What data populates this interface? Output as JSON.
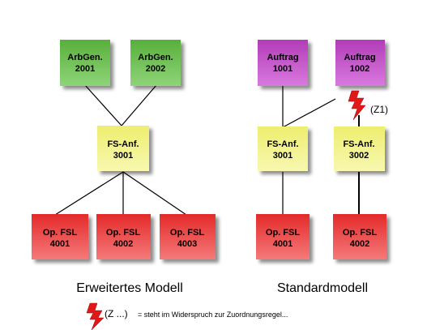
{
  "colors": {
    "green": "#6cbf4c",
    "violet": "#c050c8",
    "yellow": "#f2f28a",
    "red": "#e83838",
    "lightning": "#e01818"
  },
  "left_model": {
    "caption": "Erweitertes Modell",
    "top_nodes": [
      {
        "line1": "ArbGen.",
        "line2": "2001"
      },
      {
        "line1": "ArbGen.",
        "line2": "2002"
      }
    ],
    "middle_node": {
      "line1": "FS-Anf.",
      "line2": "3001"
    },
    "bottom_nodes": [
      {
        "line1": "Op. FSL",
        "line2": "4001"
      },
      {
        "line1": "Op. FSL",
        "line2": "4002"
      },
      {
        "line1": "Op. FSL",
        "line2": "4003"
      }
    ]
  },
  "right_model": {
    "caption": "Standardmodell",
    "top_nodes": [
      {
        "line1": "Auftrag",
        "line2": "1001"
      },
      {
        "line1": "Auftrag",
        "line2": "1002"
      }
    ],
    "middle_nodes": [
      {
        "line1": "FS-Anf.",
        "line2": "3001"
      },
      {
        "line1": "FS-Anf.",
        "line2": "3002"
      }
    ],
    "bottom_nodes": [
      {
        "line1": "Op. FSL",
        "line2": "4001"
      },
      {
        "line1": "Op. FSL",
        "line2": "4002"
      }
    ],
    "conflict_label": "(Z1)"
  },
  "legend": {
    "symbol_label": "(Z ...)",
    "description": "= steht im Widerspruch zur Zuordnungsregel..."
  }
}
